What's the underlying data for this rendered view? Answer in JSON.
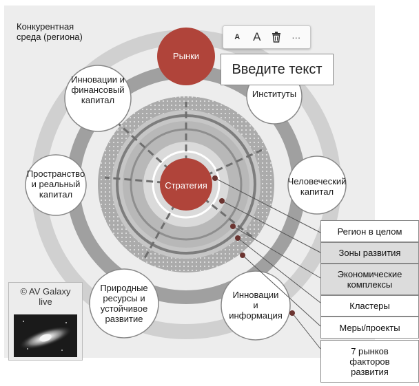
{
  "diagram": {
    "outer_label": "Конкурентная\nсреда (региона)",
    "center_label": "Стратегия",
    "factors": [
      {
        "id": "markets",
        "label": "Рынки"
      },
      {
        "id": "institutes",
        "label": "Институты"
      },
      {
        "id": "human_capital",
        "label": "Человеческий\nкапитал"
      },
      {
        "id": "innovation_info",
        "label": "Инновации\nи\nинформация"
      },
      {
        "id": "natural_resources",
        "label": "Природные\nресурсы и\nустойчивое\nразвитие"
      },
      {
        "id": "space_real_capital",
        "label": "Пространство\nи реальный\nкапитал"
      },
      {
        "id": "innovation_finance",
        "label": "Инновации и\nфинансовый\nкапитал"
      }
    ]
  },
  "editor": {
    "toolbar": {
      "small_font_label": "A",
      "large_font_label": "A",
      "more_label": "···"
    },
    "textbox_placeholder": "Введите текст"
  },
  "legend": [
    {
      "label": "Регион в целом",
      "shaded": false
    },
    {
      "label": "Зоны развития",
      "shaded": true
    },
    {
      "label": "Экономические\nкомплексы",
      "shaded": true
    },
    {
      "label": "Кластеры",
      "shaded": false
    },
    {
      "label": "Меры/проекты",
      "shaded": false
    },
    {
      "label": "7 рынков\nфакторов\nразвития",
      "shaded": false
    }
  ],
  "logo": {
    "text": "© AV Galaxy\nlive"
  },
  "colors": {
    "accent_red": "#b0443a",
    "ring_gray": "#9c9c9c",
    "light_gray": "#d8d8d8",
    "panel_bg": "#ededed",
    "dotted_fill": "#b3b3b3"
  }
}
